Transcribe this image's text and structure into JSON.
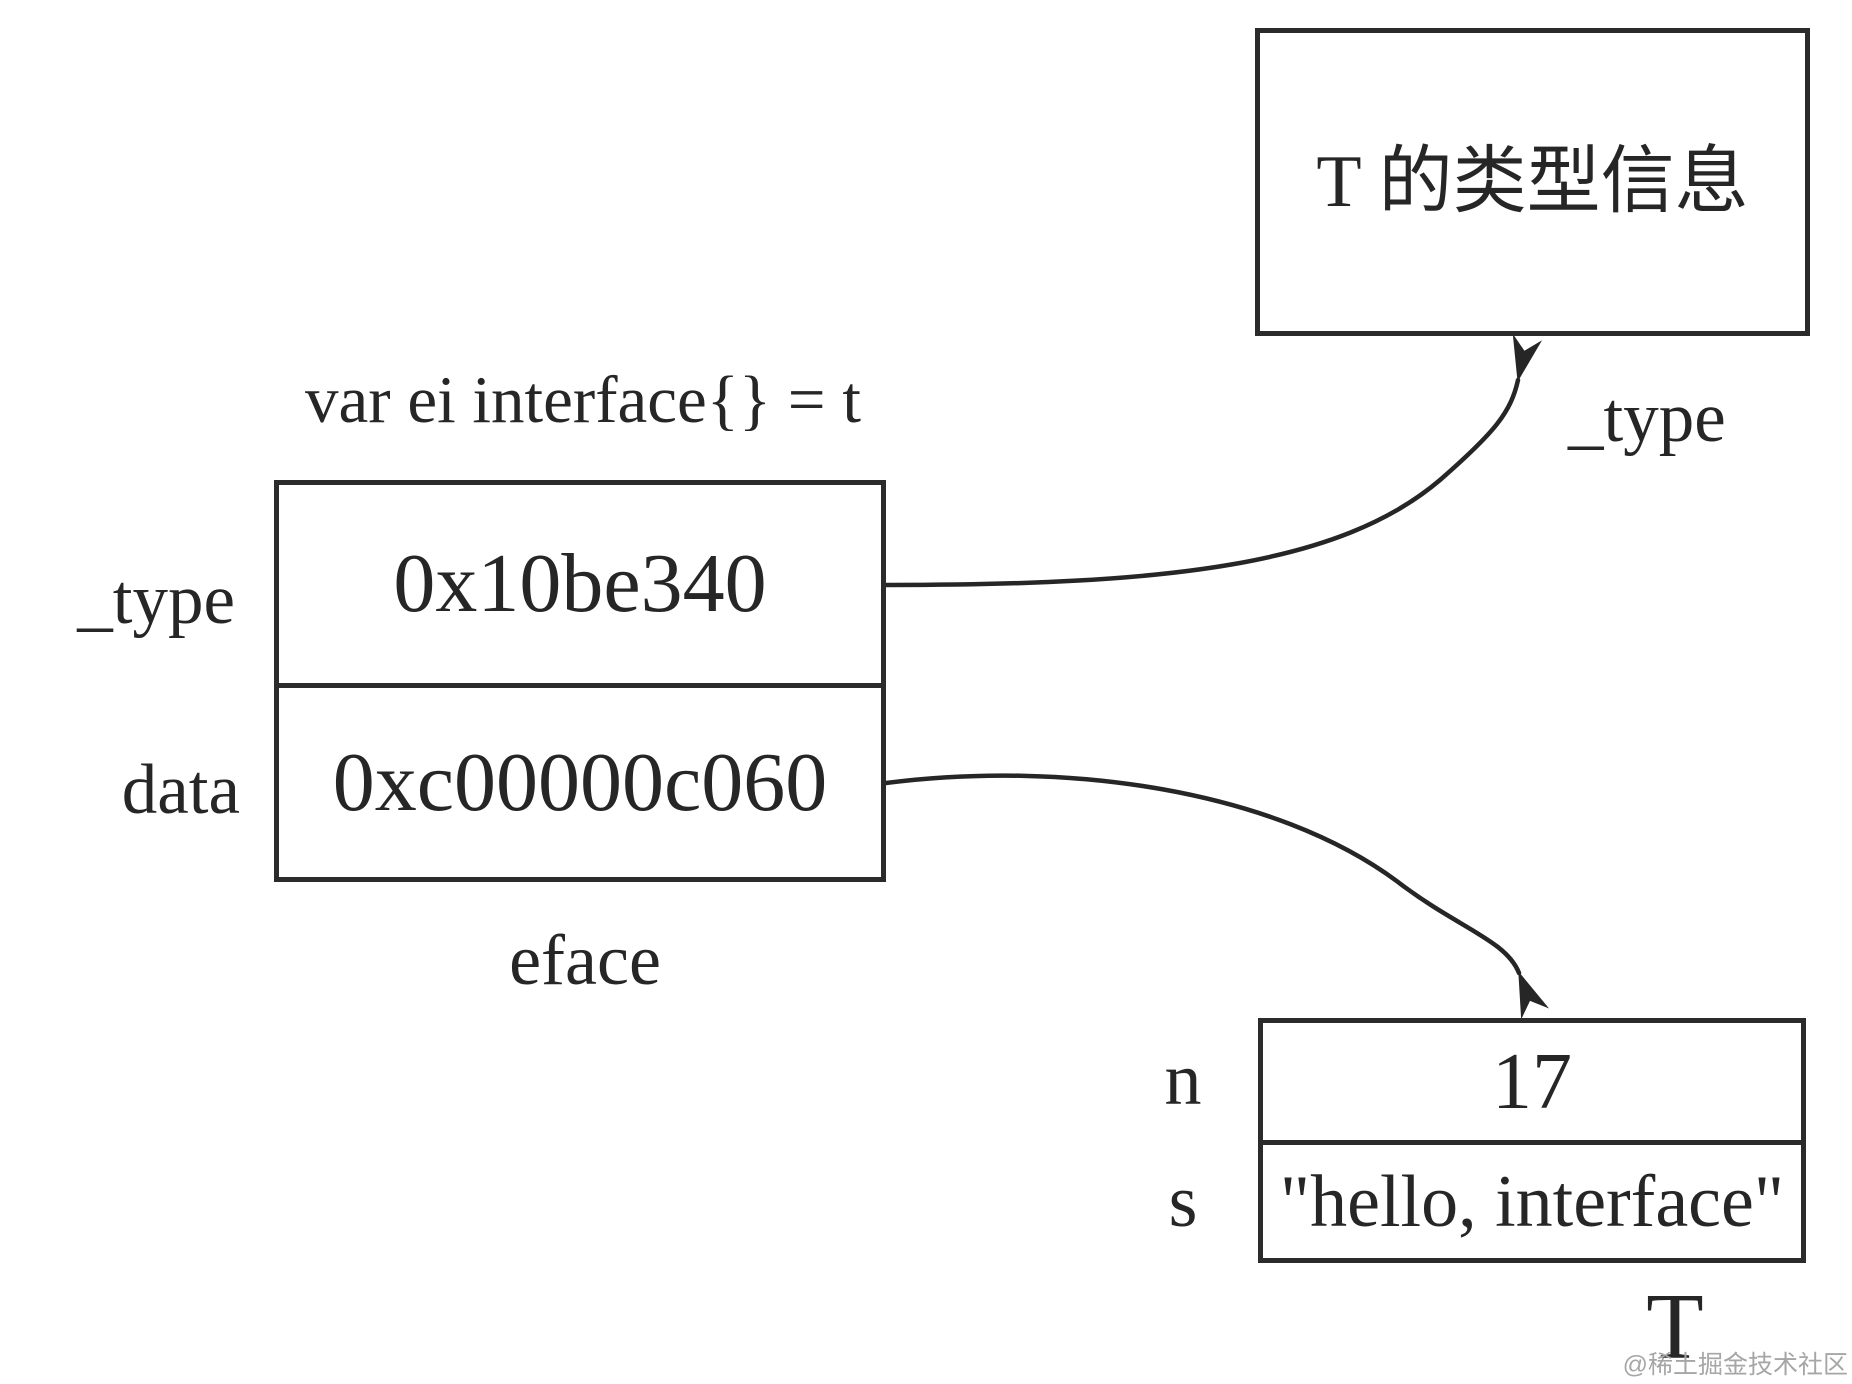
{
  "diagram": {
    "declaration": "var ei interface{} = t",
    "eface_struct": {
      "caption": "eface",
      "fields": [
        {
          "name": "_type",
          "value": "0x10be340"
        },
        {
          "name": "data",
          "value": "0xc00000c060"
        }
      ]
    },
    "type_info_box": {
      "label": "T 的类型信息"
    },
    "type_pointer_label": "_type",
    "value_struct": {
      "caption": "T",
      "fields": [
        {
          "name": "n",
          "value": "17"
        },
        {
          "name": "s",
          "value": "\"hello, interface\""
        }
      ]
    },
    "watermark": "@稀土掘金技术社区",
    "colors": {
      "ink": "#262626",
      "watermark": "#a6a6a6"
    }
  }
}
